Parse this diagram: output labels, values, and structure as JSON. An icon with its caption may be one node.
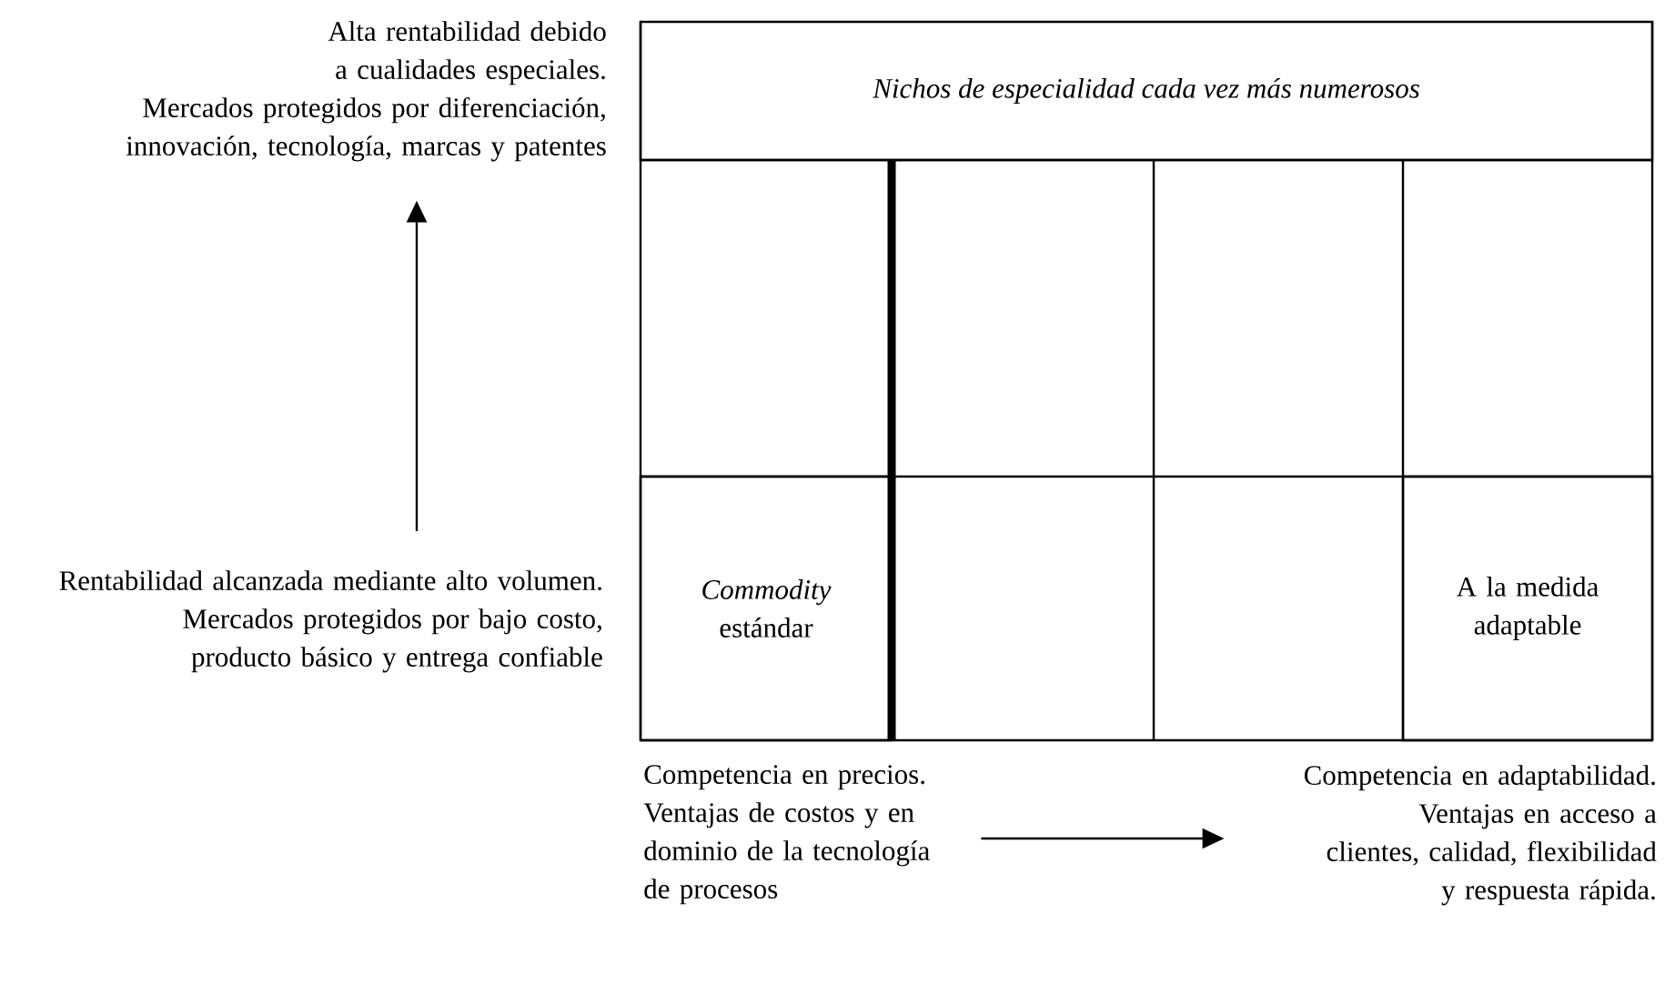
{
  "diagram": {
    "nodes": [
      {
        "text": [
          "Alta rentabilidad debido a cualidades especiales.",
          "Mercados protegidos por diferenciación, innovación, tecnología, marcas y patentes"
        ]
      },
      {
        "text": [
          "Rentabilidad alcanzada mediante alto volumen.",
          "Mercados protegidos por bajo costo, producto básico y entrega confiable"
        ]
      },
      {
        "text": [
          "Competencia en precios.",
          "Ventajas de costos y en dominio de la tecnología de procesos"
        ]
      },
      {
        "text": [
          "Competencia en adaptabilidad.",
          "Ventajas en acceso a clientes, calidad, flexibilidad y respuesta rápida."
        ]
      },
      {
        "text": [
          "Nichos de especialidad cada vez más numerosos"
        ]
      },
      {
        "text": [
          "*Commodity* estándar"
        ]
      },
      {
        "text": [
          "A la medida adaptable"
        ]
      }
    ],
    "edges": [
      {
        "from": 1,
        "to": 0,
        "arrow": "to"
      },
      {
        "from": 2,
        "to": 3,
        "arrow": "to"
      }
    ]
  }
}
